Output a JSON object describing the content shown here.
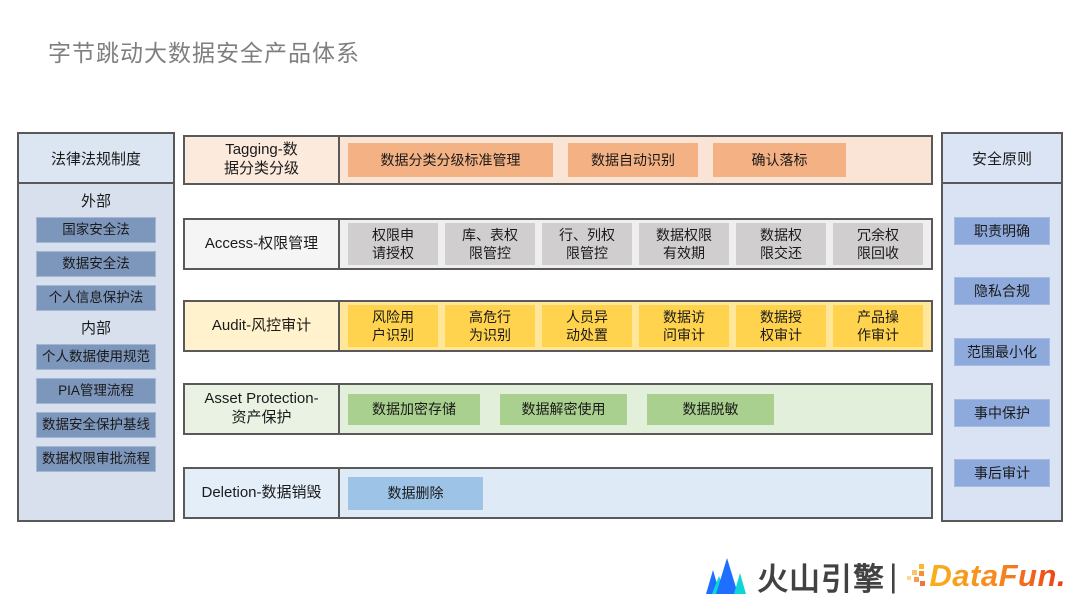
{
  "title": "字节跳动大数据安全产品体系",
  "left_panel": {
    "header": "法律法规制度",
    "sections": [
      {
        "label": "外部",
        "items": [
          "国家安全法",
          "数据安全法",
          "个人信息保护法"
        ]
      },
      {
        "label": "内部",
        "items": [
          "个人数据使用规范",
          "PIA管理流程",
          "数据安全保护基线",
          "数据权限审批流程"
        ]
      }
    ]
  },
  "rows": [
    {
      "label": "Tagging-数据分类分级",
      "items": [
        "数据分类分级标准管理",
        "数据自动识别",
        "确认落标"
      ]
    },
    {
      "label": "Access-权限管理",
      "items": [
        "权限申请授权",
        "库、表权限管控",
        "行、列权限管控",
        "数据权限有效期",
        "数据权限交还",
        "冗余权限回收"
      ]
    },
    {
      "label": "Audit-风控审计",
      "items": [
        "风险用户识别",
        "高危行为识别",
        "人员异动处置",
        "数据访问审计",
        "数据授权审计",
        "产品操作审计"
      ]
    },
    {
      "label": "Asset Protection-资产保护",
      "items": [
        "数据加密存储",
        "数据解密使用",
        "数据脱敏"
      ]
    },
    {
      "label": "Deletion-数据销毁",
      "items": [
        "数据删除"
      ]
    }
  ],
  "right_panel": {
    "header": "安全原则",
    "items": [
      "职责明确",
      "隐私合规",
      "范围最小化",
      "事中保护",
      "事后审计"
    ]
  },
  "footer": {
    "volcano_logo_text": "火山引擎",
    "separator": "|",
    "datafun_logo_text": "DataFun."
  },
  "colors": {
    "title_gray": "#7f7f7f",
    "border_dark": "#595959",
    "tagging_item": "#f4b183",
    "tagging_bg": "#fae4d5",
    "access_item": "#d0cece",
    "access_bg": "#efefef",
    "audit_item": "#ffd34d",
    "audit_bg": "#ffe699",
    "asset_item": "#a9d08e",
    "asset_bg": "#e2efda",
    "deletion_item": "#9dc3e6",
    "deletion_bg": "#deeaf6",
    "left_item_blue": "#7d96bb",
    "right_item_blue": "#8ea9db",
    "volcano_blue": "#1e6fff",
    "volcano_cyan": "#0fd6d6",
    "datafun_orange_start": "#f9b218",
    "datafun_orange_end": "#ed3b18"
  }
}
